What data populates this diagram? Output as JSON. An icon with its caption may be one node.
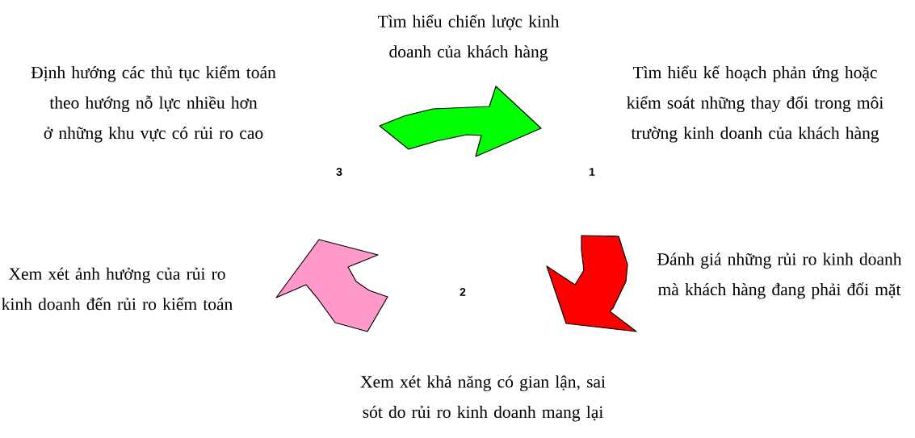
{
  "diagram": {
    "labels": [
      "Tìm hiểu chiến lược kinh doanh của khách hàng",
      "Định hướng các thủ tục kiểm toán theo hướng nỗ lực nhiều hơn ở những khu vực có rủi ro cao",
      "Tìm hiểu kế hoạch phản ứng hoặc kiểm soát những thay đổi trong môi trường kinh doanh của khách hàng",
      "3",
      "1",
      "Xem xét ảnh hưởng của rủi ro kinh doanh đến rủi ro kiểm toán",
      "2",
      "Đánh giá những rủi ro kinh doanh mà khách hàng đang phải đối mặt",
      "Xem xét khả năng có gian lận, sai sót do rủi ro kinh doanh mang lại"
    ]
  }
}
